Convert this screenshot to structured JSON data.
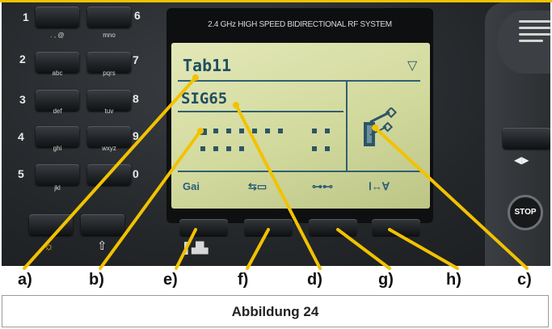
{
  "device": {
    "screen_header": "2.4 GHz HIGH SPEED BIDIRECTIONAL RF SYSTEM",
    "lcd": {
      "title": "Tab11",
      "subtitle": "SIG65",
      "softkeys": [
        "Gai",
        "⇆▭",
        "⊶⊷",
        "Ⅰ↔Ɐ"
      ]
    },
    "keypad": [
      {
        "num": "1",
        "sub": ". , @"
      },
      {
        "num": "2",
        "sub": "abc"
      },
      {
        "num": "3",
        "sub": "def"
      },
      {
        "num": "4",
        "sub": "ghi"
      },
      {
        "num": "5",
        "sub": "jkl"
      },
      {
        "num": "6",
        "sub": "mno"
      },
      {
        "num": "7",
        "sub": "pqrs"
      },
      {
        "num": "8",
        "sub": "tuv"
      },
      {
        "num": "9",
        "sub": "wxyz"
      },
      {
        "num": "0",
        "sub": ""
      }
    ],
    "stop_label": "STOP",
    "arrows": "◀▶"
  },
  "callout_labels": [
    "a)",
    "b)",
    "e)",
    "f)",
    "d)",
    "g)",
    "h)",
    "c)"
  ],
  "caption": "Abbildung 24",
  "colors": {
    "top_accent": "#f2c200",
    "callout_line": "#f2c200",
    "lcd_text": "#1f4e63",
    "lcd_bg": "#d6dca2"
  }
}
